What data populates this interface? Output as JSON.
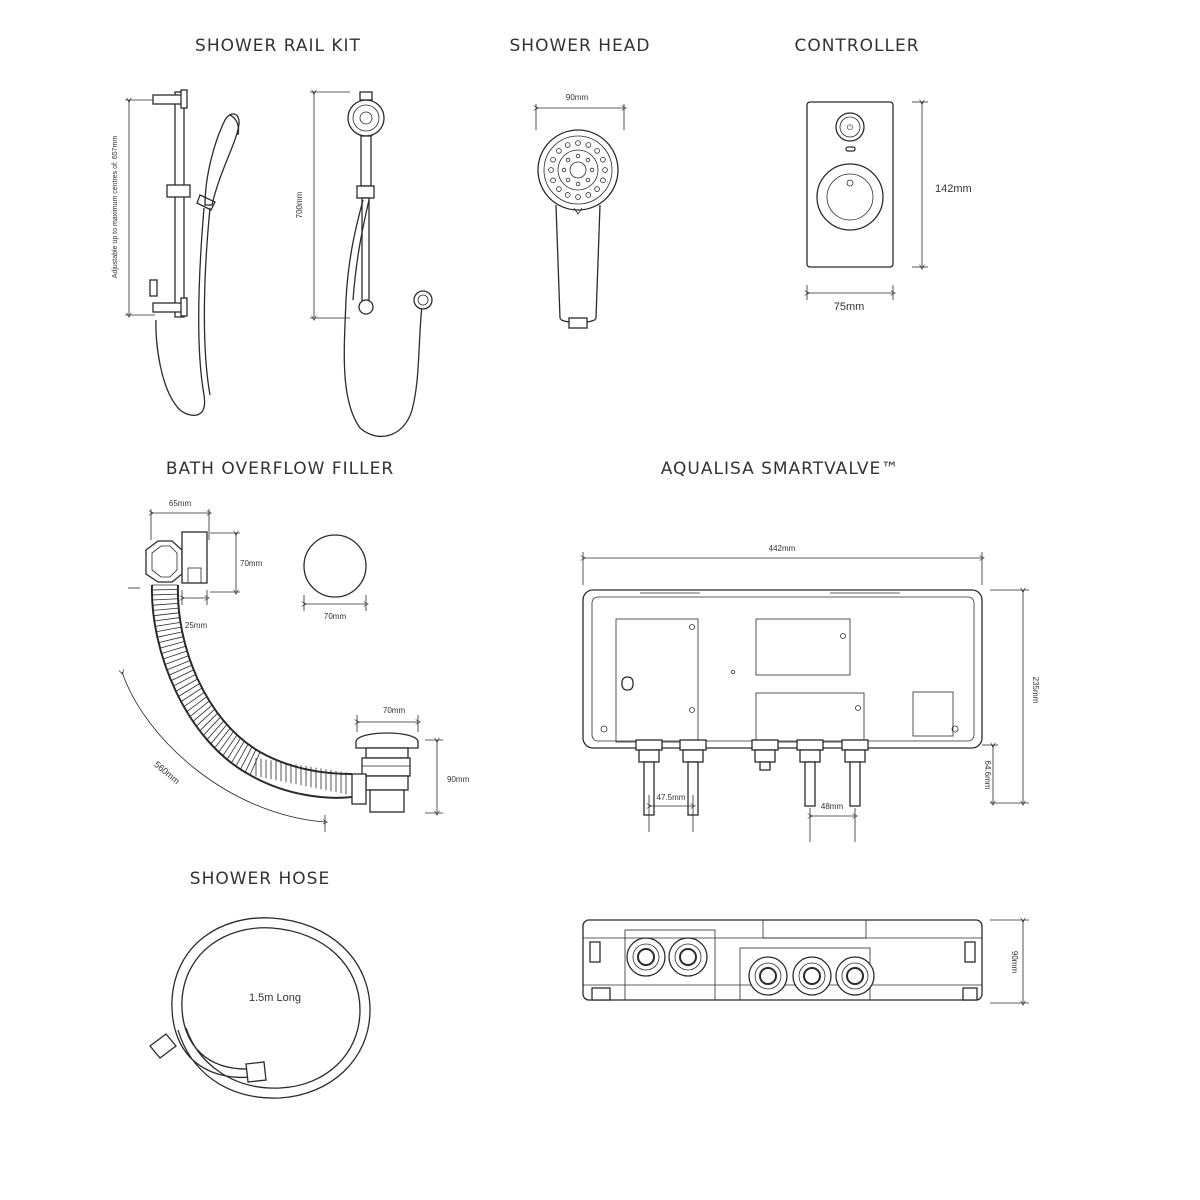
{
  "sections": {
    "shower_rail_kit": {
      "title": "SHOWER RAIL KIT",
      "dims": {
        "adjustable": "Adjustable up to maximum centres of: 657mm",
        "height": "700mm"
      }
    },
    "shower_head": {
      "title": "SHOWER HEAD",
      "dims": {
        "width": "90mm"
      }
    },
    "controller": {
      "title": "CONTROLLER",
      "dims": {
        "height": "142mm",
        "width": "75mm"
      }
    },
    "bath_overflow_filler": {
      "title": "BATH OVERFLOW FILLER",
      "dims": {
        "width_top": "65mm",
        "height_top": "70mm",
        "offset": "25mm",
        "cap_width": "70mm",
        "waste_width": "70mm",
        "waste_height": "90mm",
        "hose_length": "560mm"
      }
    },
    "smartvalve": {
      "title": "AQUALISA SMARTVALVE™",
      "dims": {
        "width": "442mm",
        "height": "235mm",
        "outlet_depth": "64.6mm",
        "inlet_spacing": "47.5mm",
        "outlet_spacing": "48mm",
        "depth": "90mm"
      }
    },
    "shower_hose": {
      "title": "SHOWER HOSE",
      "label": "1.5m Long"
    }
  },
  "colors": {
    "line": "#2b2b2b",
    "text": "#333333",
    "background": "#ffffff"
  }
}
